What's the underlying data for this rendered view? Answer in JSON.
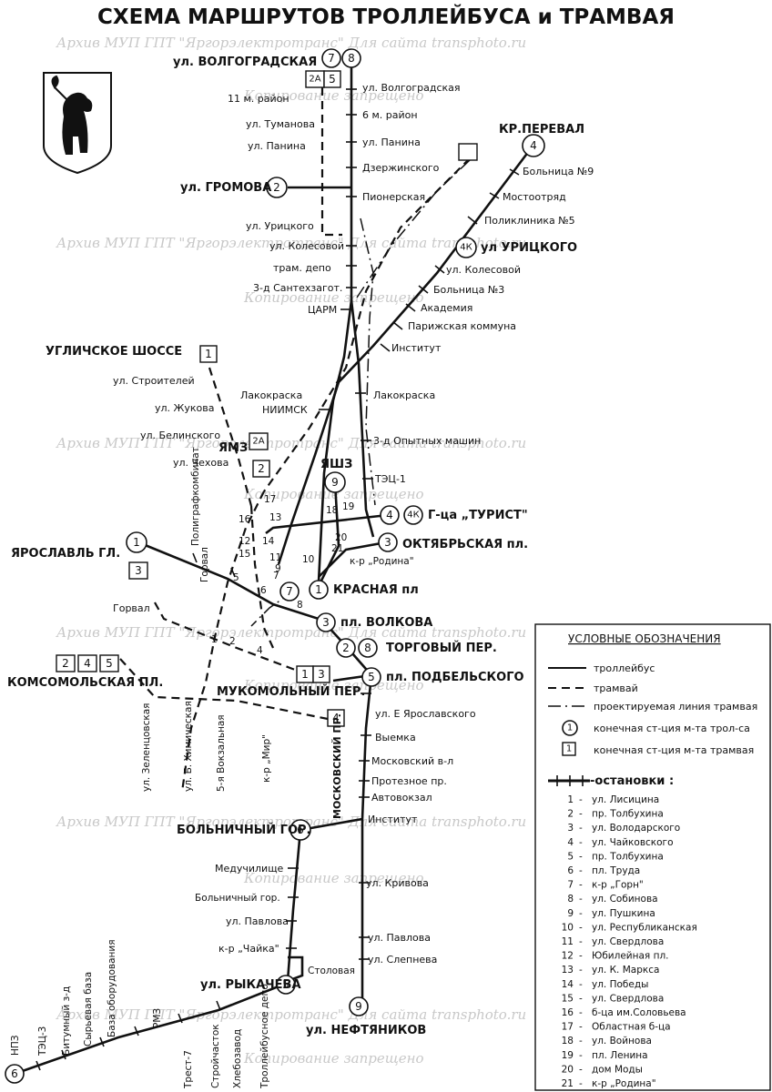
{
  "title": "СХЕМА МАРШРУТОВ ТРОЛЛЕЙБУСА и ТРАМВАЯ",
  "watermarks": [
    "Архив МУП ГПТ \"Яргорэлектротранс\" Для сайта transphoto.ru",
    "Копирование запрещено"
  ],
  "legend": {
    "title": "УСЛОВНЫЕ ОБОЗНАЧЕНИЯ",
    "trolleybus": "троллейбус",
    "tram": "трамвай",
    "projected": "проектируемая линия трамвая",
    "troll_terminal": "конечная ст-ция м-та трол-са",
    "tram_terminal": "конечная ст-ция м-та трамвая",
    "sample_num": "1",
    "stops": "-остановки :",
    "stop_list": [
      {
        "n": "1",
        "name": "ул. Лисицина"
      },
      {
        "n": "2",
        "name": "пр. Толбухина"
      },
      {
        "n": "3",
        "name": "ул. Володарского"
      },
      {
        "n": "4",
        "name": "ул. Чайковского"
      },
      {
        "n": "5",
        "name": "пр. Толбухина"
      },
      {
        "n": "6",
        "name": "пл. Труда"
      },
      {
        "n": "7",
        "name": "к-р „Горн\""
      },
      {
        "n": "8",
        "name": "ул. Собинова"
      },
      {
        "n": "9",
        "name": "ул. Пушкина"
      },
      {
        "n": "10",
        "name": "ул. Республиканская"
      },
      {
        "n": "11",
        "name": "ул. Свердлова"
      },
      {
        "n": "12",
        "name": "Юбилейная пл."
      },
      {
        "n": "13",
        "name": "ул. К. Маркса"
      },
      {
        "n": "14",
        "name": "ул. Победы"
      },
      {
        "n": "15",
        "name": "ул. Свердлова"
      },
      {
        "n": "16",
        "name": "б-ца им.Соловьева"
      },
      {
        "n": "17",
        "name": "Областная б-ца"
      },
      {
        "n": "18",
        "name": "ул. Войнова"
      },
      {
        "n": "19",
        "name": "пл. Ленина"
      },
      {
        "n": "20",
        "name": "дом Моды"
      },
      {
        "n": "21",
        "name": "к-р „Родина\""
      }
    ]
  },
  "terminals_troll": [
    {
      "n": "7",
      "name": "ул. ВОЛГОГРАДСКАЯ"
    },
    {
      "n": "8",
      "name": ""
    },
    {
      "n": "4",
      "name": "КР.ПЕРЕВАЛ"
    },
    {
      "n": "2",
      "name": "ул. ГРОМОВА"
    },
    {
      "n": "4К",
      "name": "ул УРИЦКОГО"
    },
    {
      "n": "1",
      "name": "ЯРОСЛАВЛЬ ГЛ."
    },
    {
      "n": "9",
      "name": "ЯШЗ"
    },
    {
      "n": "4",
      "name": ""
    },
    {
      "n": "4К",
      "name": "Г-ца „ТУРИСТ\""
    },
    {
      "n": "3",
      "name": "ОКТЯБРЬСКАЯ пл."
    },
    {
      "n": "7",
      "name": ""
    },
    {
      "n": "1",
      "name": "КРАСНАЯ пл"
    },
    {
      "n": "3",
      "name": "пл. ВОЛКОВА"
    },
    {
      "n": "2",
      "name": ""
    },
    {
      "n": "8",
      "name": "ТОРГОВЫЙ ПЕР."
    },
    {
      "n": "5",
      "name": "пл. ПОДБЕЛЬСКОГО"
    },
    {
      "n": "6",
      "name": "БОЛЬНИЧНЫЙ ГОР."
    },
    {
      "n": "5",
      "name": "ул. РЫКАЧЕВА"
    },
    {
      "n": "9",
      "name": "ул. НЕФТЯНИКОВ"
    },
    {
      "n": "6",
      "name": "НПЗ"
    }
  ],
  "terminals_tram": [
    {
      "n": "2А",
      "name": ""
    },
    {
      "n": "5",
      "name": ""
    },
    {
      "n": "",
      "name": ""
    },
    {
      "n": "1",
      "name": "УГЛИЧСКОЕ ШОССЕ"
    },
    {
      "n": "2А",
      "name": "ЯМЗ"
    },
    {
      "n": "2",
      "name": ""
    },
    {
      "n": "3",
      "name": ""
    },
    {
      "n": "2",
      "name": "КОМСОМОЛЬСКАЯ ПЛ."
    },
    {
      "n": "4",
      "name": ""
    },
    {
      "n": "5",
      "name": ""
    },
    {
      "n": "1",
      "name": "МУКОМОЛЬНЫЙ ПЕР."
    },
    {
      "n": "3",
      "name": ""
    },
    {
      "n": "4",
      "name": ""
    }
  ],
  "stops_main_right": [
    "ул. Волгоградская",
    "6 м. район",
    "ул. Панина",
    "Дзержинского",
    "Пионерская",
    "ул. Колесовой",
    "трам. депо",
    "3-д Сантехзагот.",
    "ЦАРМ",
    "Лакокраска",
    "НИИМСК",
    "3-д Опытных машин",
    "ТЭЦ-1"
  ],
  "stops_main_left": [
    "11 м. район",
    "ул. Туманова",
    "ул. Панина",
    "ул. Урицкого"
  ],
  "stops_route4": [
    "Больница №9",
    "Мостоотряд",
    "Поликлиника №5",
    "ул. Колесовой",
    "Больница №3",
    "Академия",
    "Парижская коммуна",
    "Институт"
  ],
  "stops_tram_left": [
    "ул. Строителей",
    "ул. Жукова",
    "ул. Белинского",
    "ул. Чехова"
  ],
  "stops_south": [
    "ул. Е Ярославского",
    "Выемка",
    "Московский в-л",
    "Протезное пр.",
    "Автовокзал",
    "Институт",
    "ул. Кривова",
    "ул. Павлова",
    "ул. Слепнева"
  ],
  "stops_route6": [
    "Медучилище",
    "Больничный гор.",
    "ул. Павлова",
    "к-р „Чайка\"",
    "Столовая"
  ],
  "street_vertical": [
    "Полиграфкомбинат",
    "Горвал",
    "ул. Зеленцовская",
    "ул. Б. Химическая",
    "5-я Вокзальная",
    "к-р „Мир\"",
    "МОСКОВСКИЙ ПР.",
    "НПЗ",
    "ТЭЦ-3",
    "Битумный з-д",
    "Сырьевая база",
    "База оборудования",
    "РМЗ",
    "Трест-7",
    "Стройчасток",
    "Хлебозавод",
    "Троллейбусное депо"
  ],
  "misc_labels": [
    "Горвал",
    "к-р „Родина\""
  ],
  "center_numbers": [
    "17",
    "16",
    "13",
    "12",
    "15",
    "14",
    "11",
    "5",
    "6",
    "9",
    "10",
    "18",
    "20",
    "21",
    "19",
    "7",
    "8",
    "4",
    "2",
    "1"
  ],
  "colors": {
    "ink": "#111111",
    "paper": "#ffffff",
    "watermark": "#c8c8c8"
  }
}
